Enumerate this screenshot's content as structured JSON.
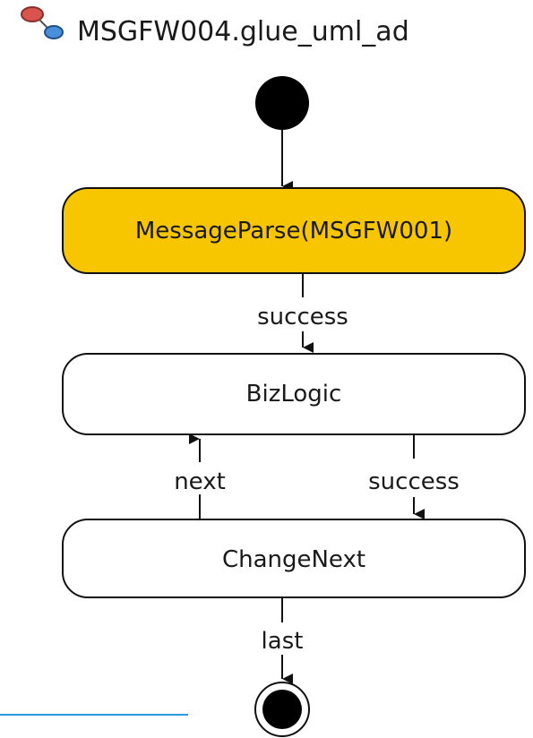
{
  "file": {
    "name": "MSGFW004.glue_uml_ad",
    "icon": "activity-diagram-file-icon"
  },
  "colors": {
    "selected_fill": "#F7C600",
    "node_fill": "#FFFFFF",
    "stroke": "#111111",
    "underline": "#2A9BE0"
  },
  "nodes": {
    "message_parse": {
      "label": "MessageParse(MSGFW001)",
      "selected": true
    },
    "biz_logic": {
      "label": "BizLogic",
      "selected": false
    },
    "change_next": {
      "label": "ChangeNext",
      "selected": false
    }
  },
  "edges": {
    "parse_to_biz": {
      "label": "success"
    },
    "change_to_biz": {
      "label": "next"
    },
    "biz_to_change": {
      "label": "success"
    },
    "change_to_final": {
      "label": "last"
    }
  }
}
